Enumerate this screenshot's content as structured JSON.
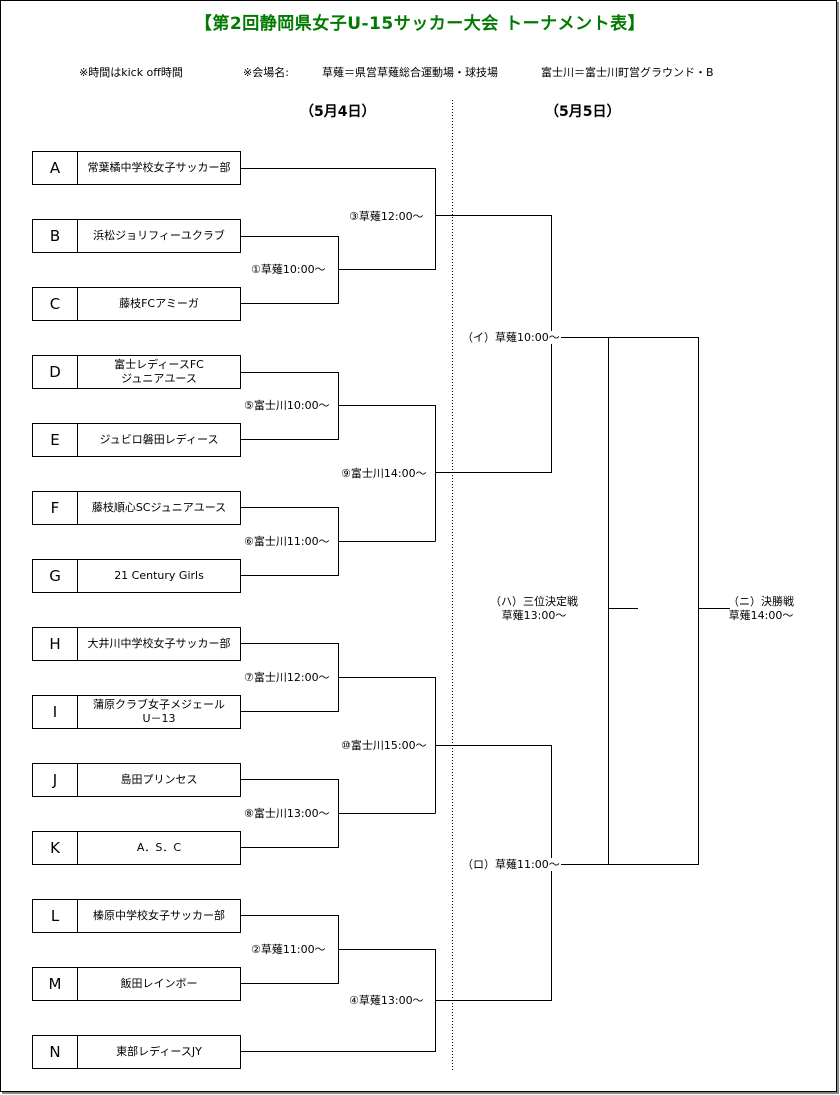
{
  "title": "【第2回静岡県女子U-15サッカー大会 トーナメント表】",
  "notes": {
    "kickoff": "※時間はkick off時間",
    "venue_label": "※会場名:",
    "venue1": "草薙＝県営草薙総合運動場・球技場",
    "venue2": "富士川＝富士川町営グラウンド・B"
  },
  "days": {
    "day1": "（5月4日）",
    "day2": "（5月5日）"
  },
  "teams": [
    {
      "seed": "A",
      "name": "常葉橘中学校女子サッカー部"
    },
    {
      "seed": "B",
      "name": "浜松ジョリフィーユクラブ"
    },
    {
      "seed": "C",
      "name": "藤枝FCアミーガ"
    },
    {
      "seed": "D",
      "name": "富士レディースFC\nジュニアユース"
    },
    {
      "seed": "E",
      "name": "ジュビロ磐田レディース"
    },
    {
      "seed": "F",
      "name": "藤枝順心SCジュニアユース"
    },
    {
      "seed": "G",
      "name": "21 Century Girls"
    },
    {
      "seed": "H",
      "name": "大井川中学校女子サッカー部"
    },
    {
      "seed": "I",
      "name": "蒲原クラブ女子メジェール\nU－13"
    },
    {
      "seed": "J",
      "name": "島田プリンセス"
    },
    {
      "seed": "K",
      "name": "A．S．C"
    },
    {
      "seed": "L",
      "name": "榛原中学校女子サッカー部"
    },
    {
      "seed": "M",
      "name": "飯田レインボー"
    },
    {
      "seed": "N",
      "name": "東部レディースJY"
    }
  ],
  "matches": {
    "m3": "③草薙12:00～",
    "m1": "①草薙10:00～",
    "m5": "⑤富士川10:00～",
    "m9": "⑨富士川14:00～",
    "m6": "⑥富士川11:00～",
    "m7": "⑦富士川12:00～",
    "m10": "⑩富士川15:00～",
    "m8": "⑧富士川13:00～",
    "m2": "②草薙11:00～",
    "m4": "④草薙13:00～",
    "semi_i": "（イ）草薙10:00～",
    "semi_ro": "（ロ）草薙11:00～",
    "third": "（ハ）三位決定戦\n草薙13:00～",
    "final": "（ニ）決勝戦\n草薙14:00～"
  }
}
